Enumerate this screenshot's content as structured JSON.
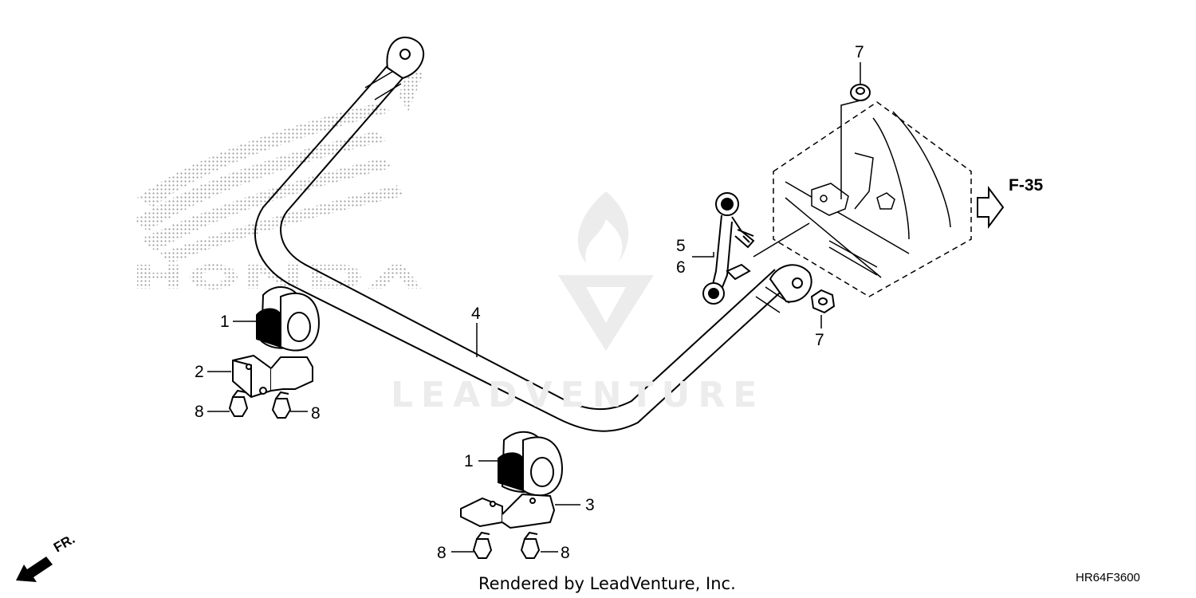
{
  "callouts": {
    "c1a": "1",
    "c1b": "1",
    "c2": "2",
    "c3": "3",
    "c4": "4",
    "c5": "5",
    "c6": "6",
    "c7a": "7",
    "c7b": "7",
    "c8a": "8",
    "c8b": "8",
    "c8c": "8",
    "c8d": "8"
  },
  "reference": {
    "label": "F-35"
  },
  "direction": {
    "label": "FR."
  },
  "footer": {
    "rendered_by": "Rendered by LeadVenture, Inc.",
    "diagram_code": "HR64F3600"
  },
  "watermark": {
    "text": "LEADVENTURE",
    "brand": "HONDA"
  },
  "colors": {
    "line": "#000000",
    "watermark": "#ececec",
    "dots": "#9a9a9a"
  }
}
